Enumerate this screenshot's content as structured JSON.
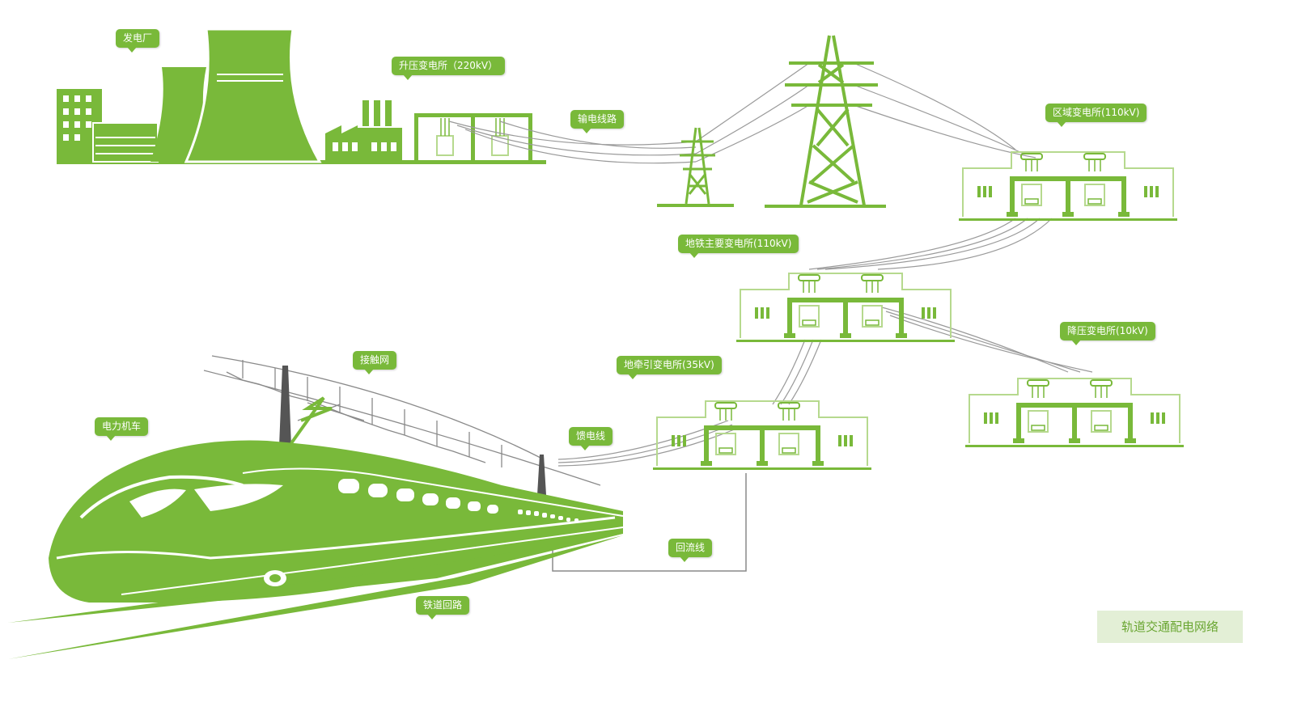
{
  "labels": {
    "power_plant": "发电厂",
    "step_up_substation": "升压变电所（220kV）",
    "transmission_line": "输电线路",
    "regional_substation": "区域变电所(110kV)",
    "metro_main_substation": "地铁主要变电所(110kV)",
    "step_down_substation": "降压变电所(10kV)",
    "traction_substation": "地牵引变电所(35kV)",
    "catenary": "接触网",
    "electric_locomotive": "电力机车",
    "feeder_line": "馈电线",
    "return_line": "回流线",
    "rail_return": "铁道回路"
  },
  "title": "轨道交通配电网络",
  "colors": {
    "green": "#79b93a",
    "light_green": "#b6d98e",
    "pale_green": "#e3efd6",
    "gray_line": "#8a8a8a",
    "dark_gray": "#555555"
  }
}
